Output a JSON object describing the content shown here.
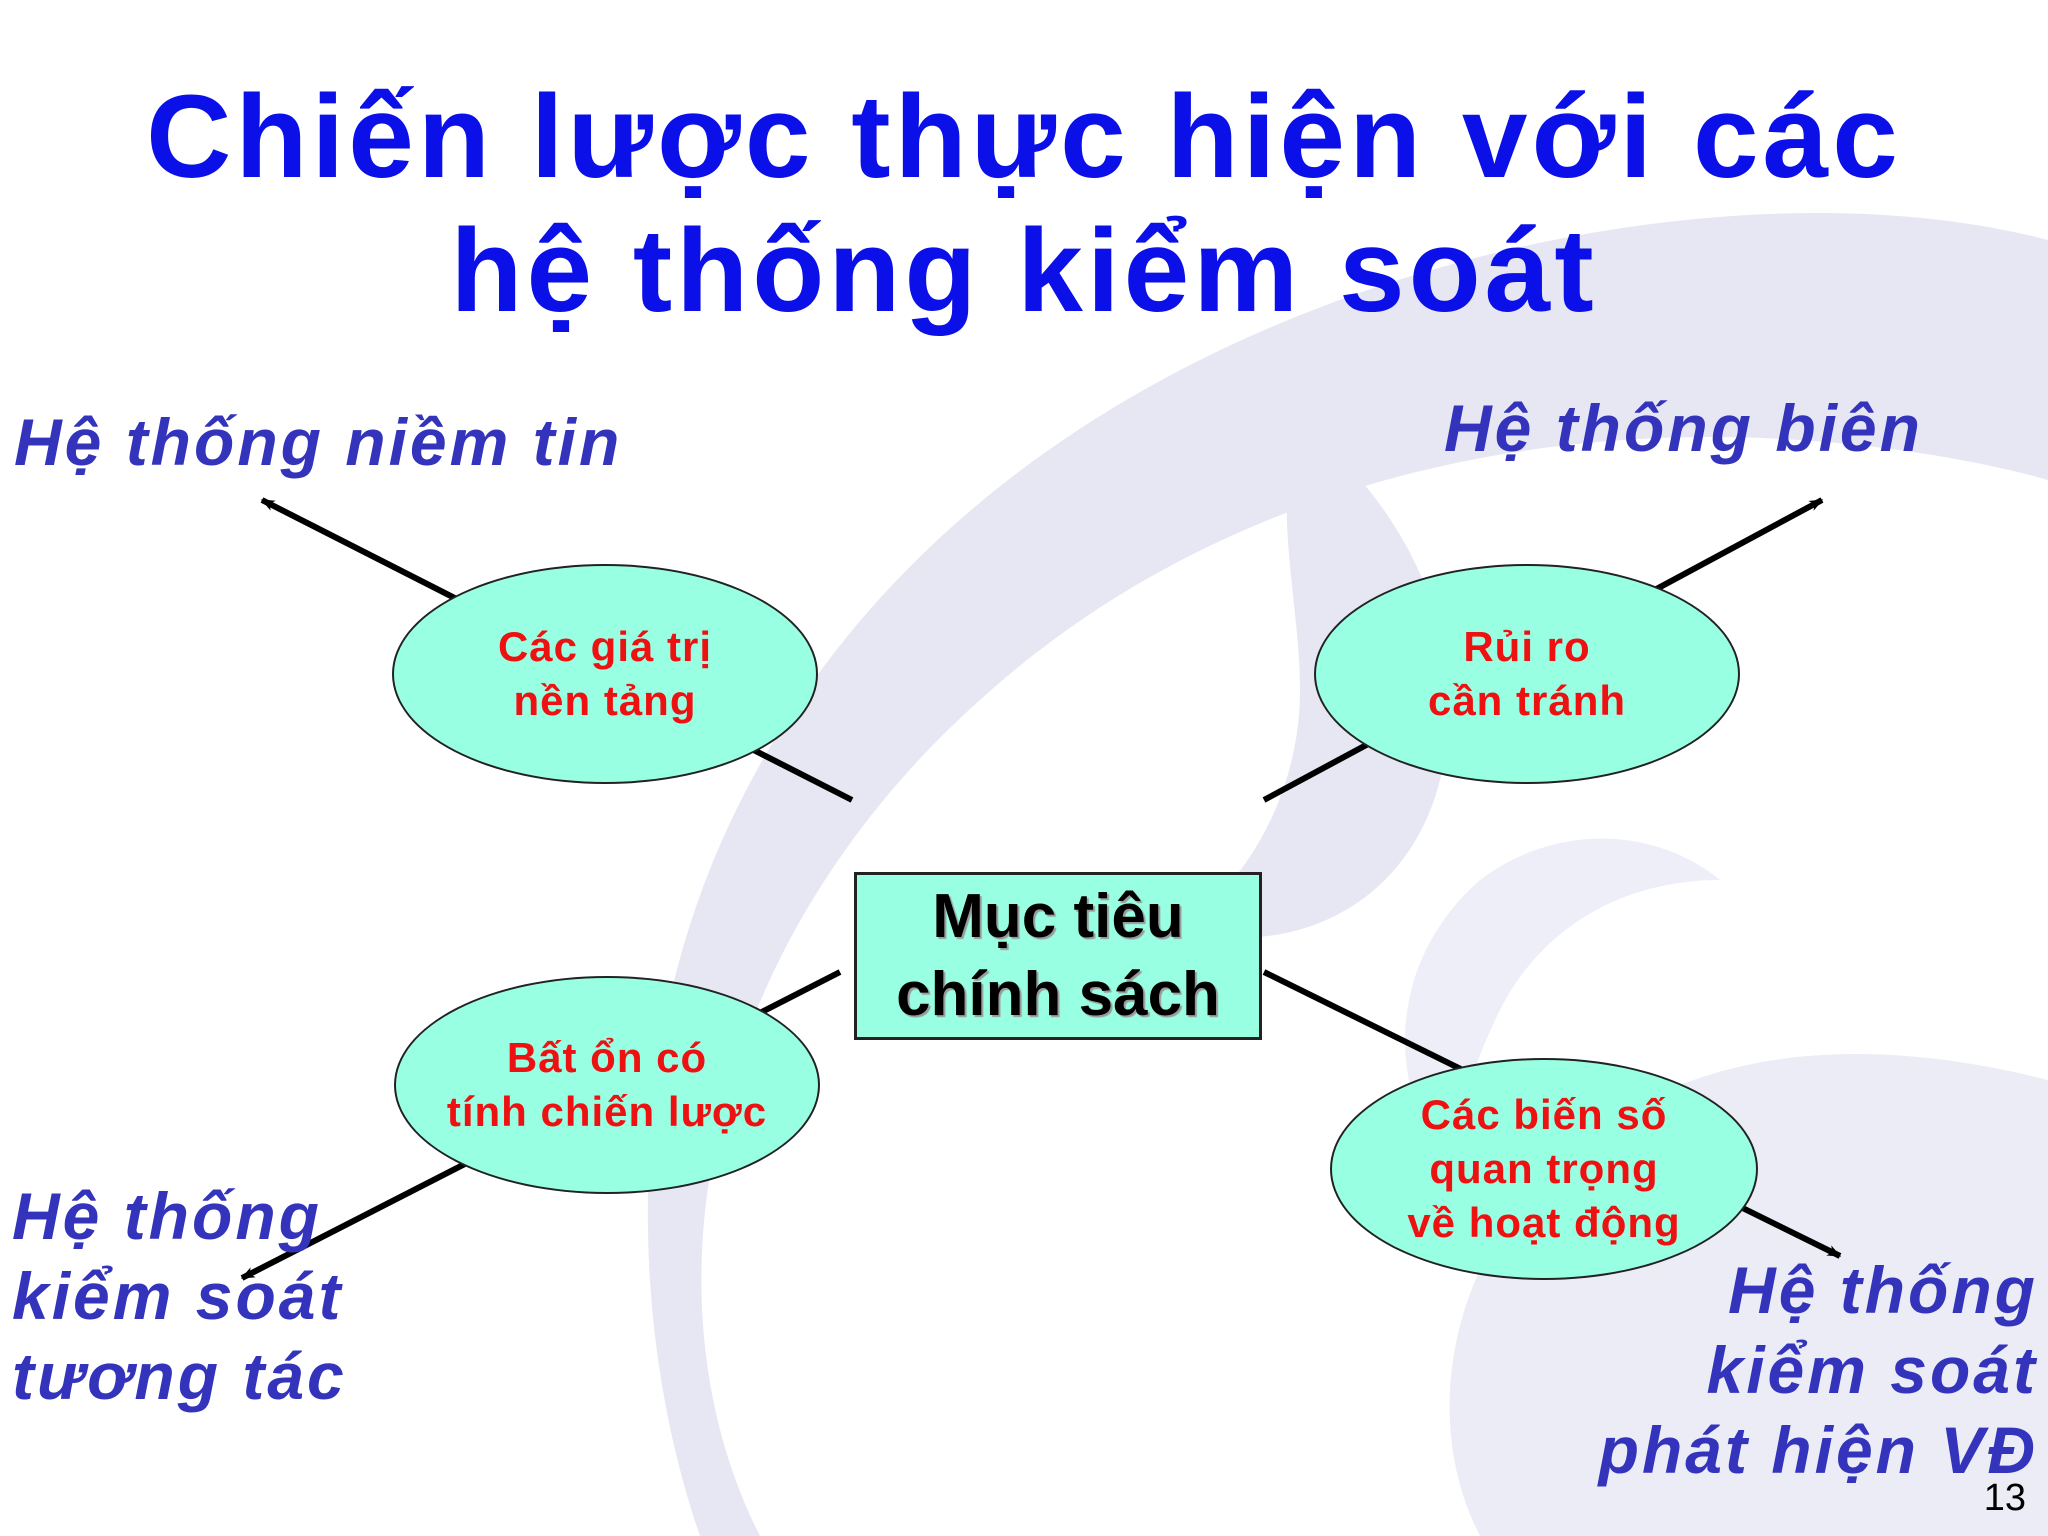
{
  "title": {
    "line1": "Chiến lược thực hiện với các",
    "line2": "hệ thống kiểm soát"
  },
  "center": {
    "line1": "Mục tiêu",
    "line2": "chính sách"
  },
  "nodes": {
    "top_left": {
      "lines": [
        "Các giá trị",
        "nền tảng"
      ]
    },
    "top_right": {
      "lines": [
        "Rủi ro",
        "cần tránh"
      ]
    },
    "bottom_left": {
      "lines": [
        "Bất ổn có",
        "tính chiến lược"
      ]
    },
    "bottom_right": {
      "lines": [
        "Các biến số",
        "quan trọng",
        "về hoạt động"
      ]
    }
  },
  "systems": {
    "top_left": {
      "lines": [
        "Hệ thống niềm tin"
      ]
    },
    "top_right": {
      "lines": [
        "Hệ thống biên"
      ]
    },
    "bottom_left": {
      "lines": [
        "Hệ thống",
        "kiểm soát",
        "tương tác"
      ]
    },
    "bottom_right": {
      "lines": [
        "Hệ thống",
        "kiểm soát",
        "phát hiện VĐ"
      ]
    }
  },
  "page_number": "13",
  "colors": {
    "title": "#0b10e8",
    "system_label": "#3333bb",
    "node_fill": "#99ffe3",
    "node_text": "#ee1111",
    "watermark": "#e6e7f3"
  }
}
